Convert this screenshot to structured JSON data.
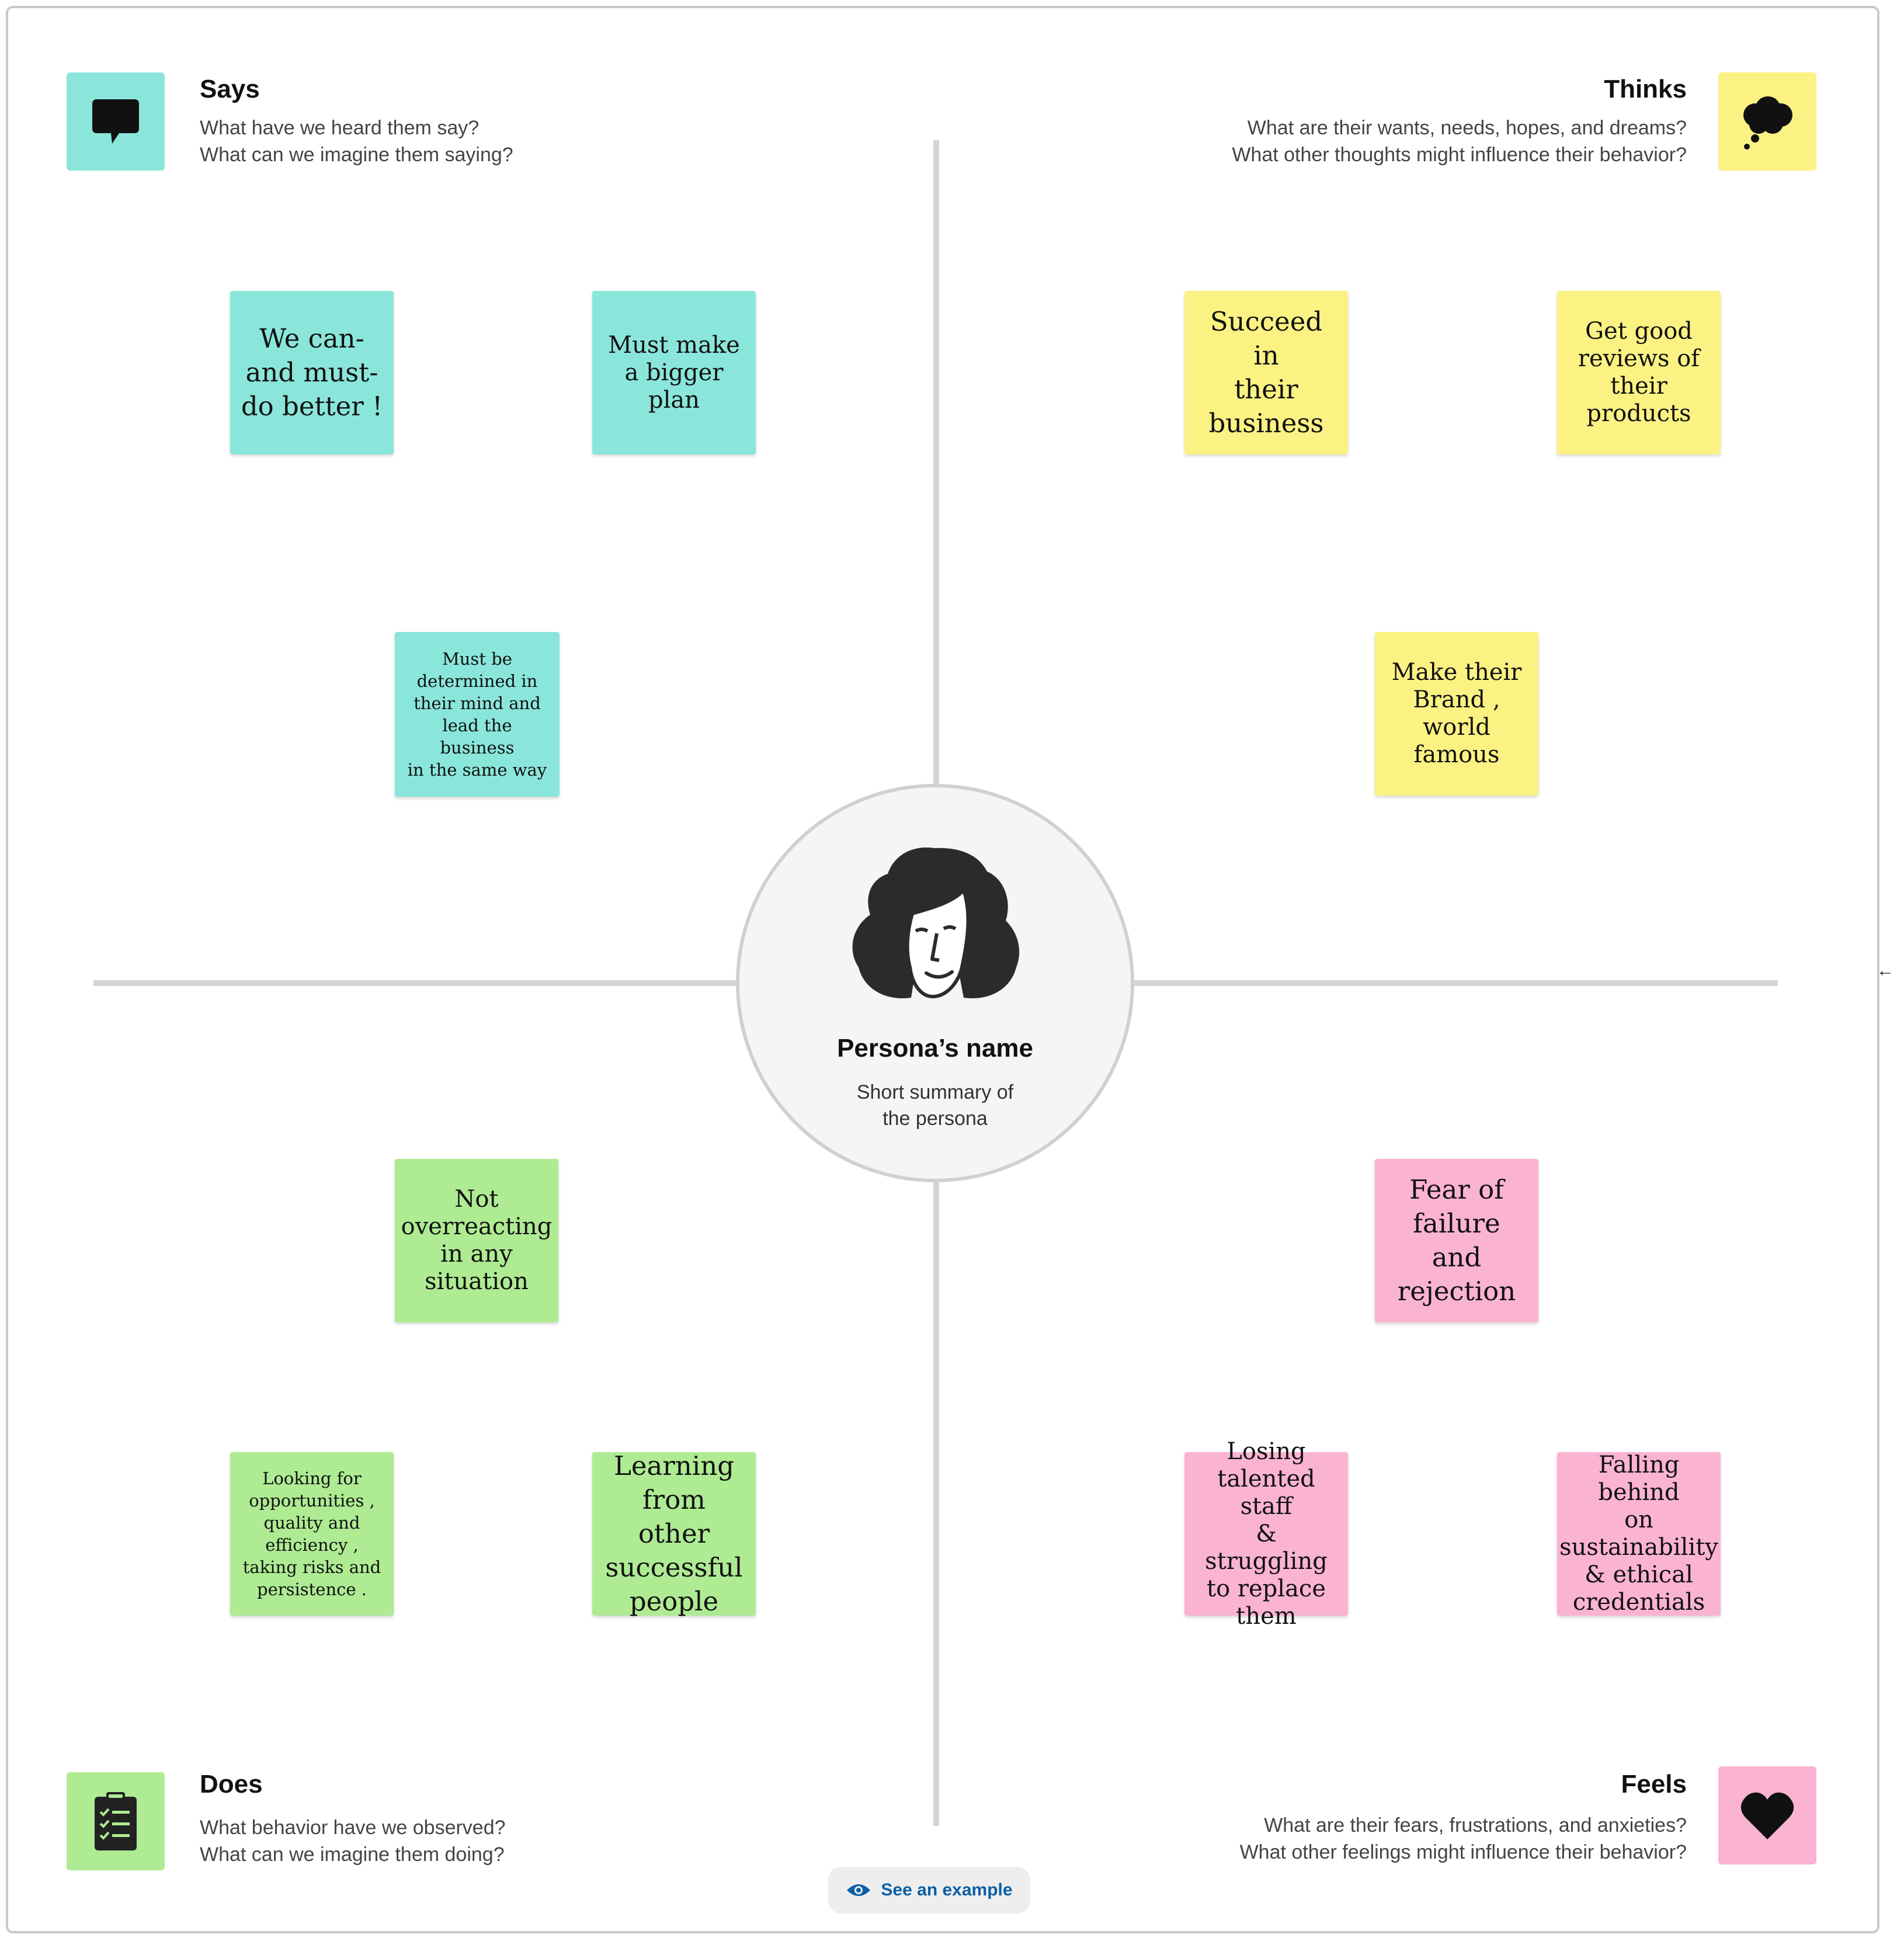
{
  "colors": {
    "says": "#8ae6da",
    "thinks": "#fbf283",
    "does": "#aeeb93",
    "feels": "#fbb3d2",
    "divider": "#d4d4d4",
    "link": "#0b5fa5"
  },
  "quadrants": {
    "says": {
      "icon": "speech-bubble-icon",
      "title": "Says",
      "lines": [
        "What have we heard them say?",
        "What can we imagine them saying?"
      ]
    },
    "thinks": {
      "icon": "thought-cloud-icon",
      "title": "Thinks",
      "lines": [
        "What are their wants, needs, hopes, and dreams?",
        "What other thoughts might influence their behavior?"
      ]
    },
    "does": {
      "icon": "clipboard-checklist-icon",
      "title": "Does",
      "lines": [
        "What behavior have we observed?",
        "What can we imagine them doing?"
      ]
    },
    "feels": {
      "icon": "heart-icon",
      "title": "Feels",
      "lines": [
        "What are their fears, frustrations, and anxieties?",
        "What other feelings might influence their behavior?"
      ]
    }
  },
  "persona": {
    "icon": "persona-face-icon",
    "name": "Persona’s name",
    "summary": [
      "Short summary of",
      "the persona"
    ]
  },
  "notes": {
    "says": [
      [
        "We can-",
        "and must-",
        "do better !"
      ],
      [
        "Must make",
        "a bigger",
        "plan"
      ],
      [
        "Must be",
        "determined in",
        "their mind and",
        "lead the business",
        "in the same way"
      ]
    ],
    "thinks": [
      [
        "Succeed in",
        "their",
        "business"
      ],
      [
        "Get good",
        "reviews of",
        "their",
        "products"
      ],
      [
        "Make their",
        "Brand ,",
        "world",
        "famous"
      ]
    ],
    "does": [
      [
        "Not",
        "overreacting",
        "in any",
        "situation"
      ],
      [
        "Looking for",
        "opportunities ,",
        "quality and",
        "efficiency ,",
        "taking risks and",
        "persistence ."
      ],
      [
        "Learning",
        "from other",
        "successful",
        "people"
      ]
    ],
    "feels": [
      [
        "Fear of",
        "failure and",
        "rejection"
      ],
      [
        "Losing",
        "talented staff",
        "& struggling",
        "to replace",
        "them"
      ],
      [
        "Falling behind",
        "on",
        "sustainability",
        "& ethical",
        "credentials"
      ]
    ]
  },
  "footer": {
    "see_example_label": "See an example",
    "see_example_icon": "eye-icon"
  },
  "collapse_icon": "arrow-left-icon",
  "collapse_glyph": "←"
}
